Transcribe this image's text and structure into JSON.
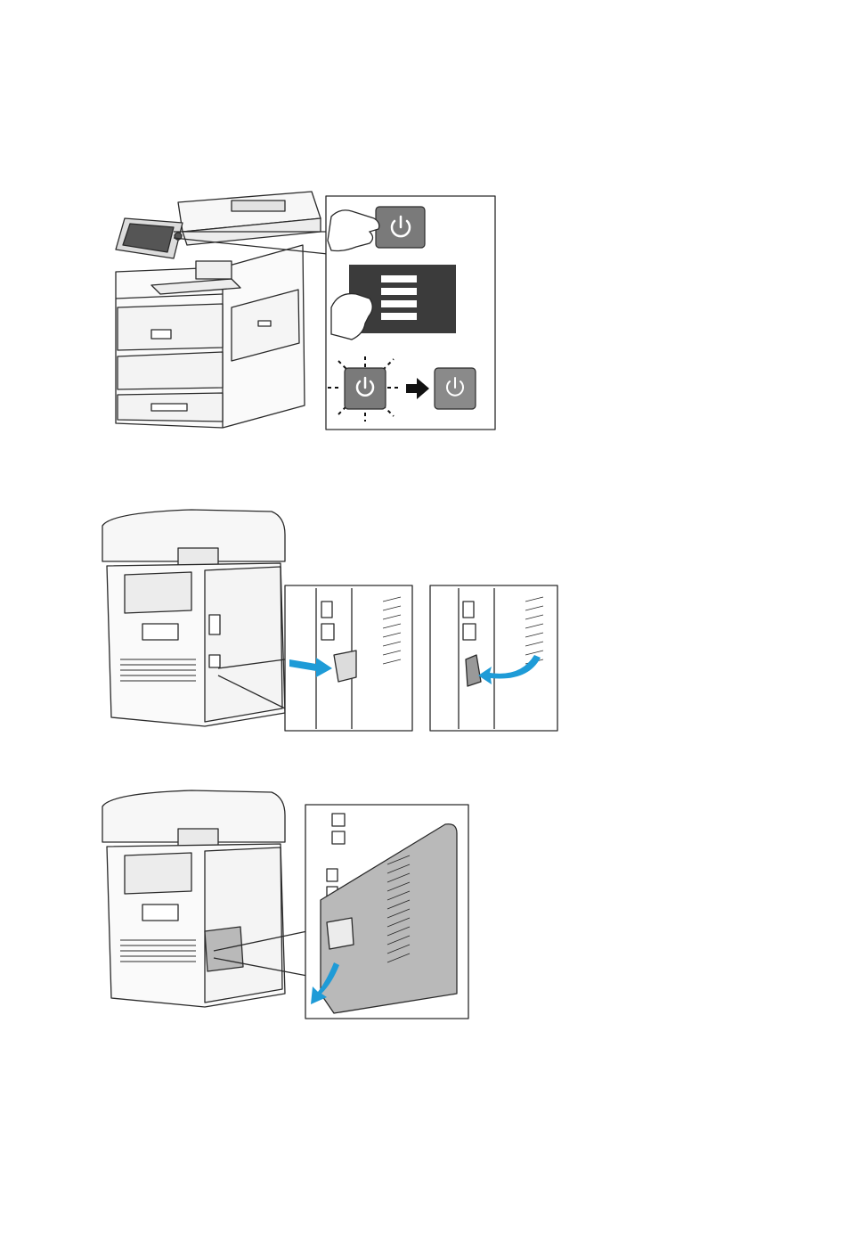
{
  "page": {
    "background": "#ffffff"
  },
  "figures": [
    {
      "id": "power-off-illustration",
      "icon": "printer-front-power-off"
    },
    {
      "id": "remove-usb-cover-illustration",
      "icon": "printer-rear-cover-clip"
    },
    {
      "id": "remove-rear-panel-illustration",
      "icon": "printer-rear-panel-remove"
    }
  ],
  "colors": {
    "line": "#2a2a2a",
    "button_gray": "#7a7a7a",
    "panel_gray": "#b9b9b9",
    "screen_dark": "#3b3b3b",
    "arrow_blue": "#1e9bd7",
    "dark": "#111111"
  }
}
